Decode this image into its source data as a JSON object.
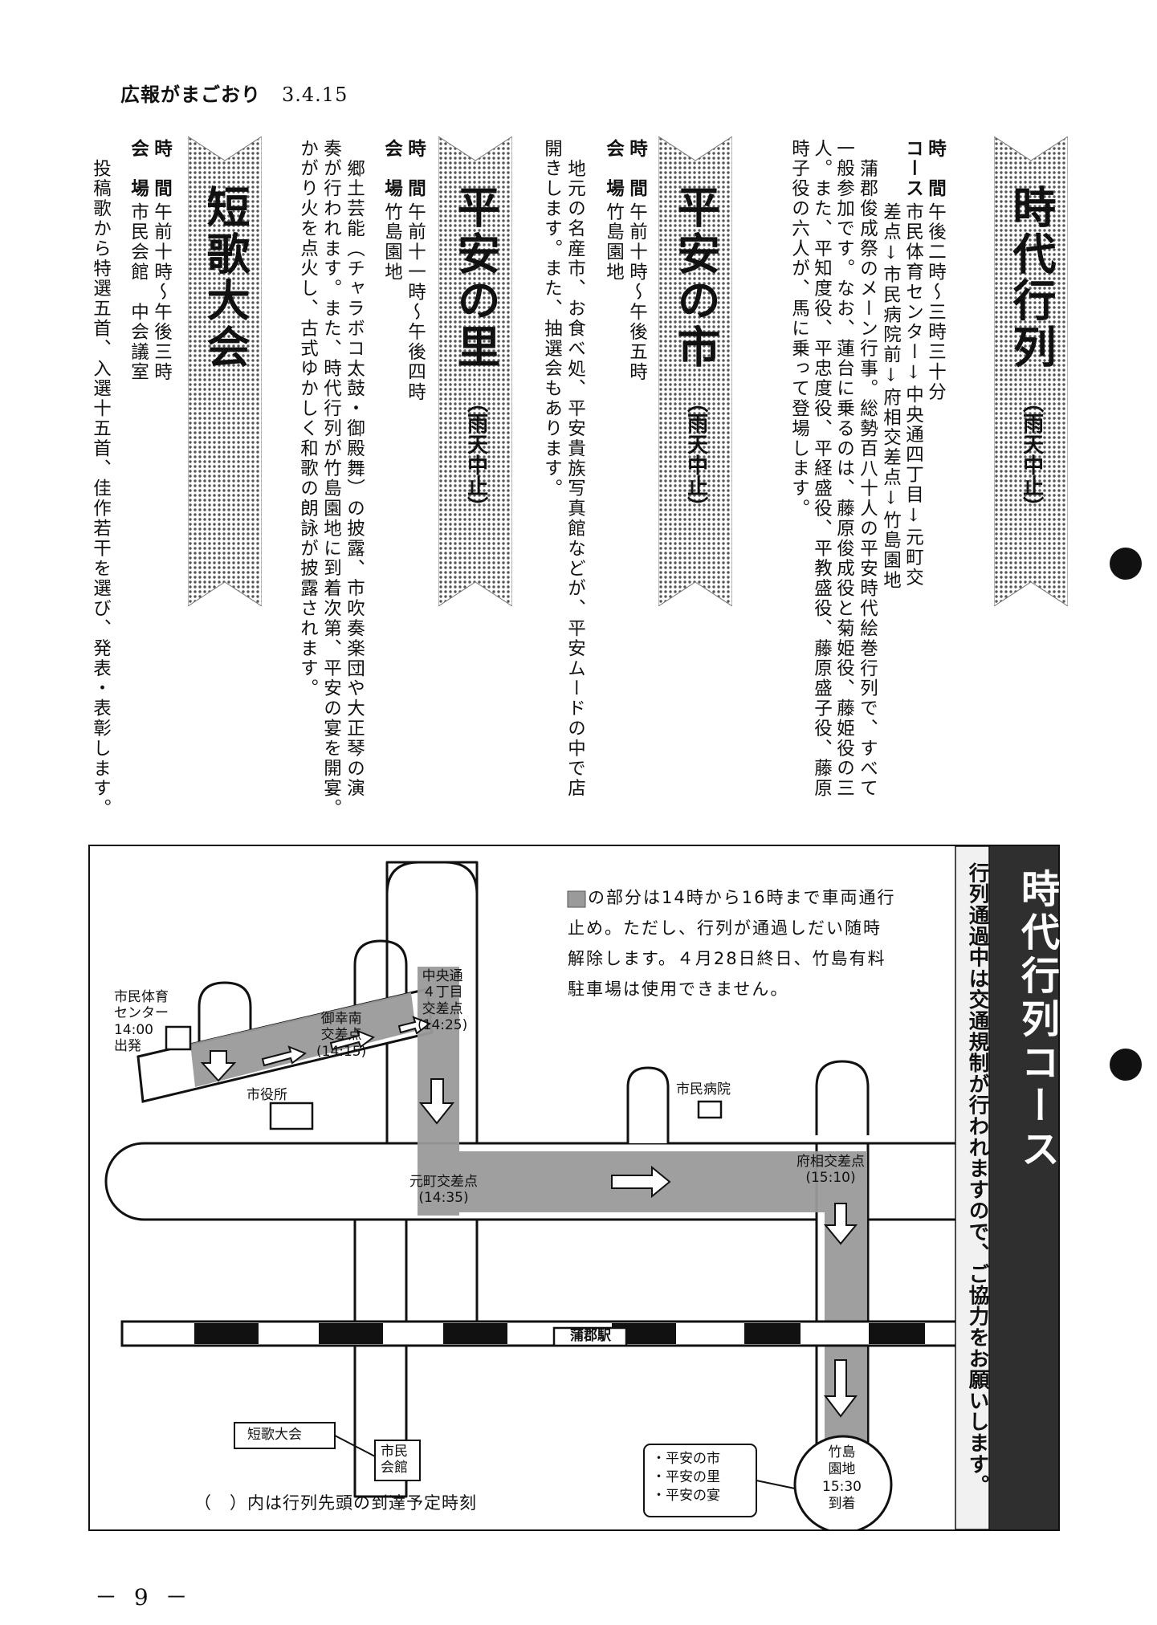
{
  "header": {
    "title": "広報がまごおり",
    "date": "3.4.15"
  },
  "sections": {
    "jidai": {
      "title": "時代行列",
      "rain": "（雨天中止）",
      "time_label": "時　間",
      "time": "午後二時～三時三十分",
      "course_label": "コース",
      "course_1": "市民体育センター↓中央通四丁目↓元町交",
      "course_2": "差点↓市民病院前↓府相交差点↓竹島園地",
      "p1": "蒲郡俊成祭のメーン行事。総勢百八十人の平安時代絵巻行列で、すべて",
      "p2": "一般参加です。なお、蓮台に乗るのは、藤原俊成役と菊姫役、藤姫役の三",
      "p3": "人。また、平知度役、平忠度役、平経盛役、平教盛役、藤原盛子役、藤原",
      "p4": "時子役の六人が、馬に乗って登場します。"
    },
    "ichi": {
      "title": "平安の市",
      "rain": "（雨天中止）",
      "time_label": "時　間",
      "time": "午前十時～午後五時",
      "venue_label": "会　場",
      "venue": "竹島園地",
      "p1": "地元の名産市、お食べ処、平安貴族写真館などが、平安ムードの中で店",
      "p2": "開きします。また、抽選会もあります。"
    },
    "sato": {
      "title": "平安の里",
      "rain": "（雨天中止）",
      "time_label": "時　間",
      "time": "午前十一時～午後四時",
      "venue_label": "会　場",
      "venue": "竹島園地",
      "p1": "郷土芸能（チャラボコ太鼓・御殿舞）の披露、市吹奏楽団や大正琴の演",
      "p2": "奏が行われます。また、時代行列が竹島園地に到着次第、平安の宴を開宴。",
      "p3": "かがり火を点火し、古式ゆかしく和歌の朗詠が披露されます。"
    },
    "tanka": {
      "title": "短歌大会",
      "time_label": "時　間",
      "time": "午前十時～午後三時",
      "venue_label": "会　場",
      "venue": "市民会館　中会議室",
      "p1": "投稿歌から特選五首、入選十五首、佳作若干を選び、発表・表彰します。"
    }
  },
  "map": {
    "side_title": "時代行列コース",
    "side_note": "行列通過中は交通規制が行われますので、ご協力をお願いします。",
    "notice_1": "の部分は14時から16時まで車両通行",
    "notice_2": "止め。ただし、行列が通過しだい随時",
    "notice_3": "解除します。４月28日終日、竹島有料",
    "notice_4": "駐車場は使用できません。",
    "start_1": "市民体育",
    "start_2": "センター",
    "start_3": "14:00",
    "start_4": "出発",
    "p_misaki_1": "御幸南",
    "p_misaki_2": "交差点",
    "p_misaki_3": "(14:15)",
    "p_chuo_1": "中央通",
    "p_chuo_2": "４丁目",
    "p_chuo_3": "交差点",
    "p_chuo_4": "(14:25)",
    "city_hall": "市役所",
    "p_motomachi_1": "元町交差点",
    "p_motomachi_2": "(14:35)",
    "hospital": "市民病院",
    "p_fuso_1": "府相交差点",
    "p_fuso_2": "(15:10)",
    "station": "蒲郡駅",
    "tanka_event": "短歌大会",
    "civic_hall_1": "市民",
    "civic_hall_2": "会館",
    "events_1": "・平安の市",
    "events_2": "・平安の里",
    "events_3": "・平安の宴",
    "goal_1": "竹島",
    "goal_2": "園地",
    "goal_3": "15:30",
    "goal_4": "到着",
    "footnote": "（　）内は行列先頭の到達予定時刻"
  },
  "footer": {
    "page": "－ 9 －"
  }
}
